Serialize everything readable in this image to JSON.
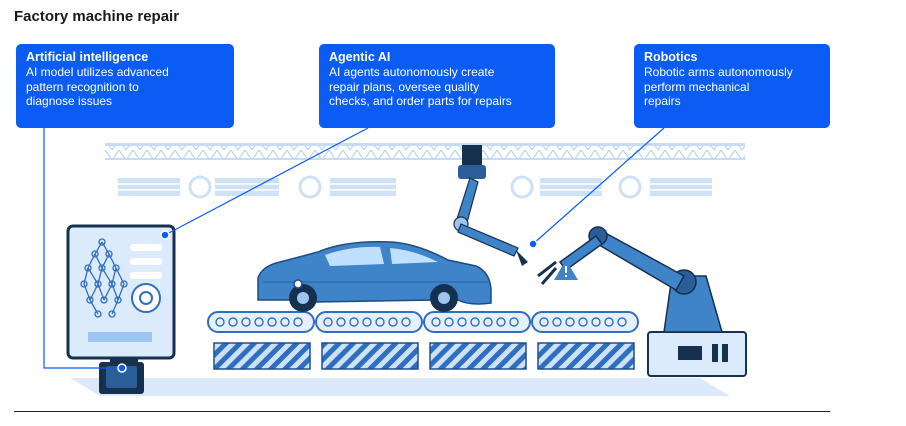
{
  "title": "Factory machine repair",
  "callouts": [
    {
      "id": "ai",
      "title": "Artificial intelligence",
      "desc": "AI model utilizes advanced\npattern recognition to\ndiagnose issues"
    },
    {
      "id": "agentic",
      "title": "Agentic AI",
      "desc": "AI agents autonomously create\nrepair plans, oversee quality\nchecks, and order parts for repairs"
    },
    {
      "id": "robotics",
      "title": "Robotics",
      "desc": "Robotic arms autonomously\nperform mechanical\nrepairs"
    }
  ],
  "colors": {
    "accent": "#0a5cf5",
    "light_blue": "#d8e8fb",
    "mid_blue": "#9ec5f0",
    "car_blue": "#3f84c8",
    "dark_navy": "#16304f"
  },
  "icons": [
    "warning-icon",
    "neural-network-icon",
    "car-icon",
    "robotic-arm-icon",
    "conveyor-belt-icon",
    "ventilation-fan-icon"
  ]
}
